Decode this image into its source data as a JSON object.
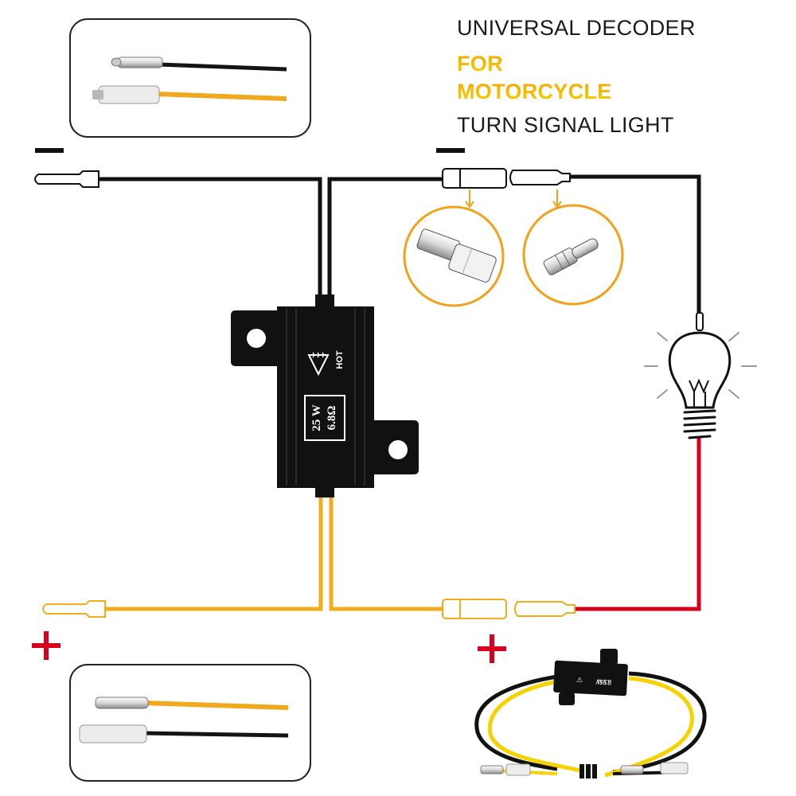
{
  "title": {
    "line1": "UNIVERSAL DECODER",
    "line2": "FOR",
    "line3": "MOTORCYCLE",
    "line4": "TURN SIGNAL LIGHT"
  },
  "resistor": {
    "warning": "HOT",
    "power": "25 W",
    "resistance": "6.8Ω"
  },
  "polarity": {
    "negative": "—",
    "positive": "+"
  },
  "colors": {
    "title_accent_top": "#f5a400",
    "title_accent_bottom": "#f7d100",
    "wire_black": "#111111",
    "wire_yellow": "#f2ac1c",
    "wire_red": "#d6001c",
    "callout_orange": "#f0a21a",
    "polarity_red": "#d6001c",
    "resistor_body": "#111111"
  },
  "icons": [
    "bulb-icon",
    "hot-warning-icon",
    "female-connector-icon",
    "male-connector-icon"
  ]
}
